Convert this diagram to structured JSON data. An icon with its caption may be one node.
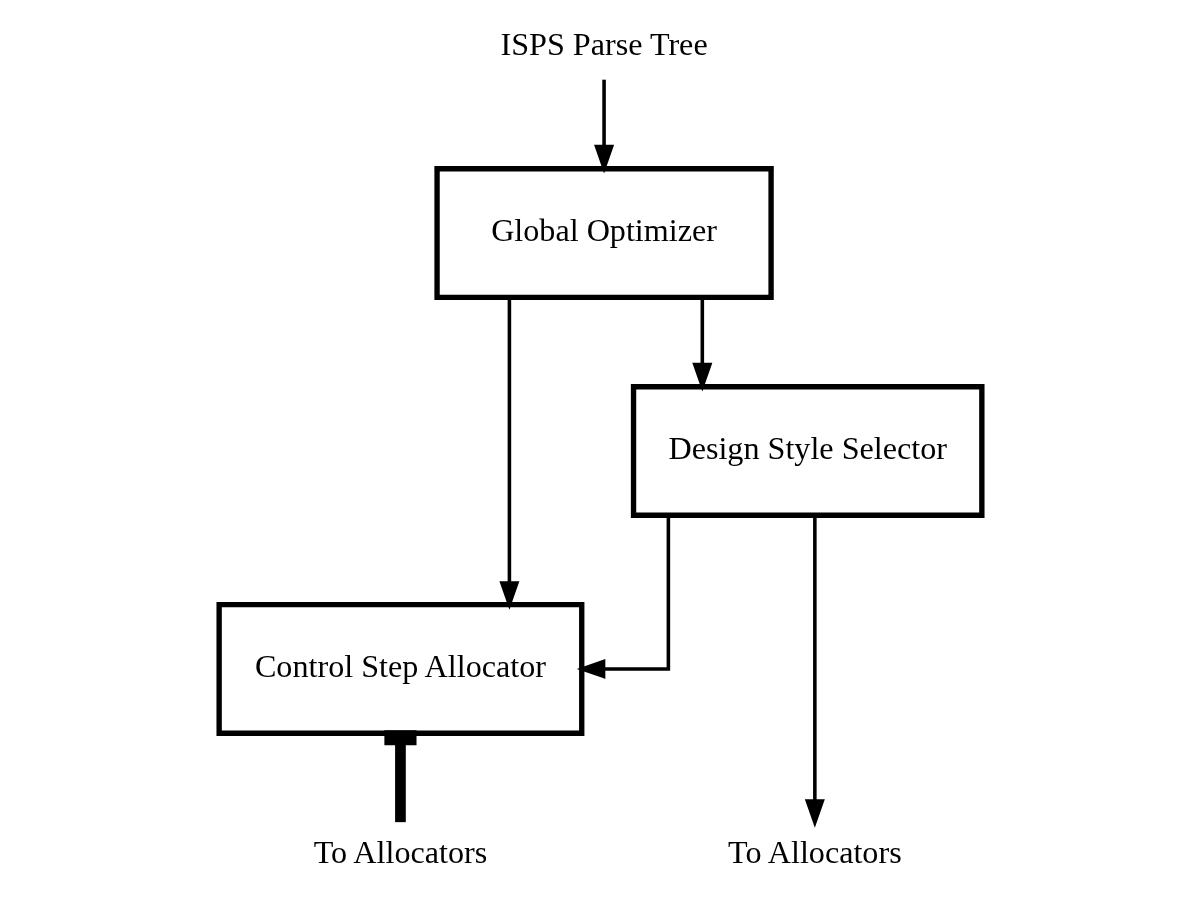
{
  "diagram": {
    "nodes": [
      {
        "text": [
          "ISPS Parse Tree"
        ]
      },
      {
        "text": [
          "Global Optimizer"
        ]
      },
      {
        "text": [
          "Design Style Selector"
        ]
      },
      {
        "text": [
          "Control Step Allocator"
        ]
      },
      {
        "text": [
          "To Allocators"
        ]
      },
      {
        "text": [
          "To Allocators"
        ]
      }
    ],
    "edges": [
      {
        "from": 0,
        "to": 1,
        "arrow": "to"
      },
      {
        "from": 1,
        "to": 2,
        "arrow": "to"
      },
      {
        "from": 1,
        "to": 3,
        "arrow": "to"
      },
      {
        "from": 2,
        "to": 3,
        "arrow": "to"
      },
      {
        "from": 2,
        "to": 4,
        "arrow": "to"
      },
      {
        "from": 3,
        "to": 5,
        "arrow": "other",
        "style": "thick"
      }
    ]
  }
}
